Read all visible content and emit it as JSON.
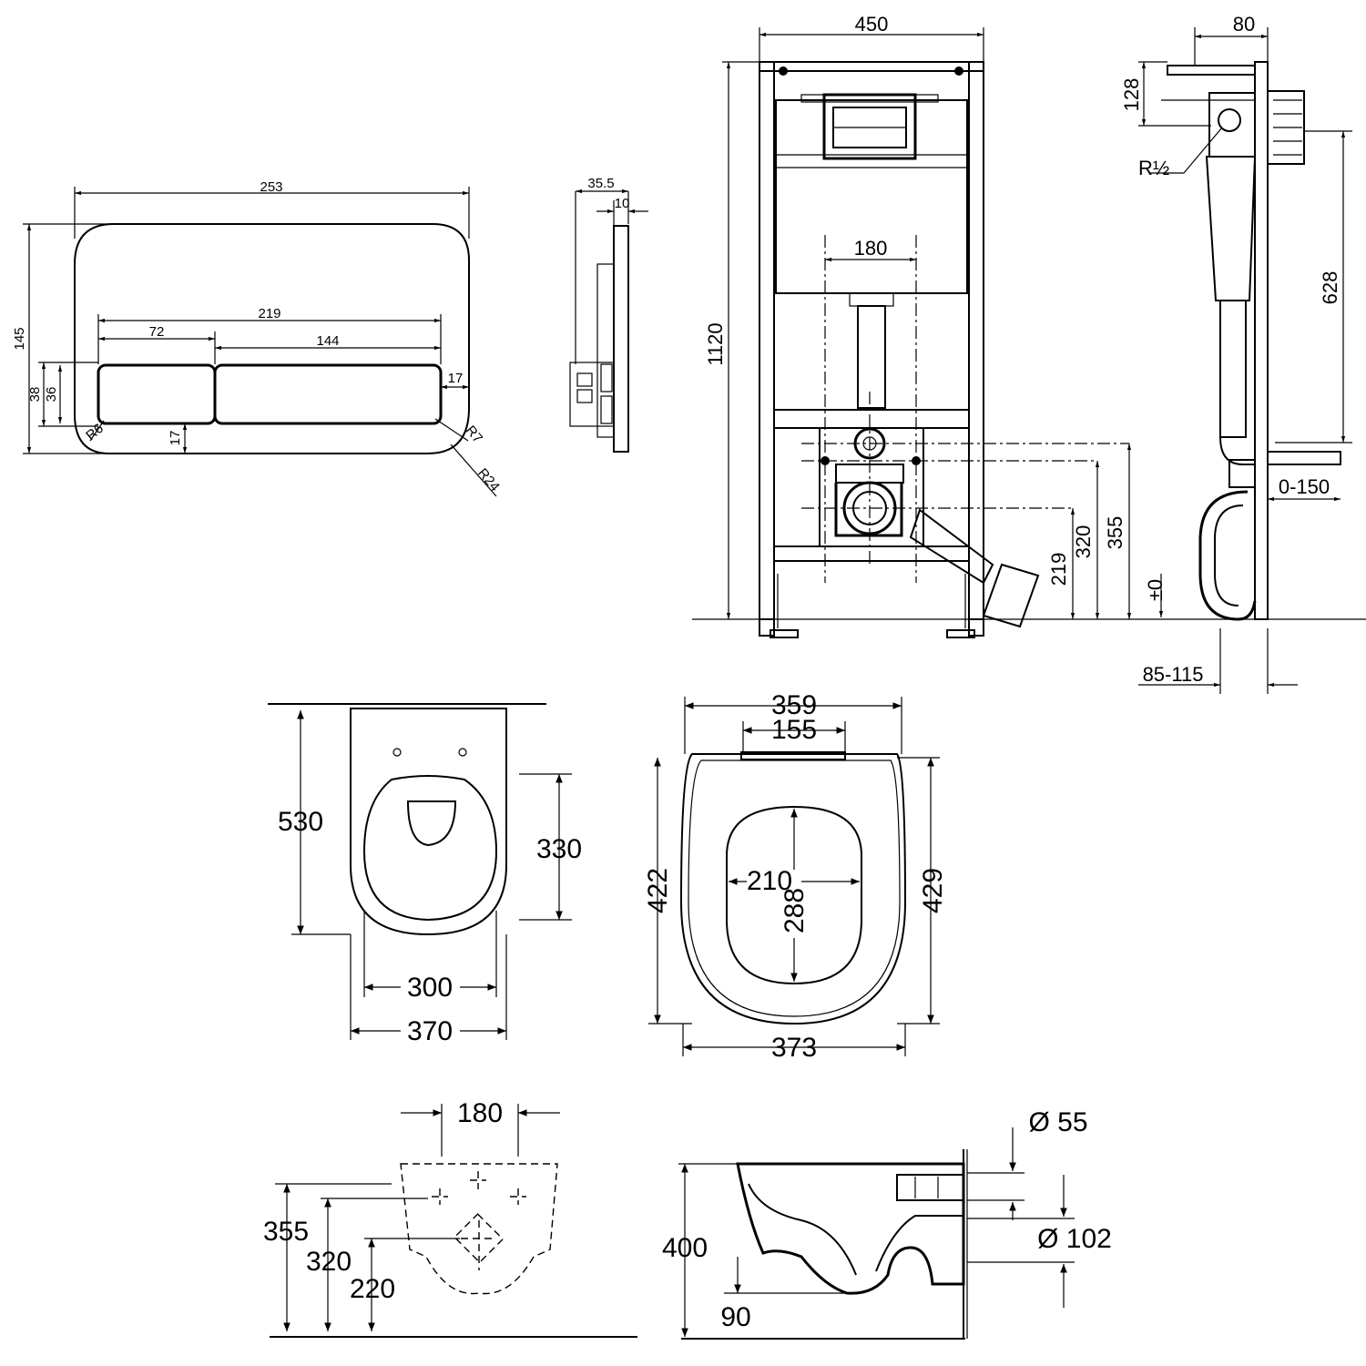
{
  "flush_plate": {
    "width": "253",
    "height": "145",
    "depth_total": "35.5",
    "depth_plate": "10",
    "buttons_width": "219",
    "button_small": "72",
    "button_large": "144",
    "button_height_outer": "38",
    "button_height_inner": "36",
    "margin_side": "17",
    "margin_bottom": "17",
    "radius_inner": "R6",
    "radius_button": "R7",
    "radius_outer": "R24"
  },
  "frame": {
    "width": "450",
    "height": "1120",
    "depth": "80",
    "bolt_spacing": "180",
    "supply_height": "128",
    "thread": "R½",
    "cistern_height": "628",
    "outlet_low": "219",
    "outlet_mid": "320",
    "outlet_high": "355",
    "wall_adjust": "0-150",
    "floor_level": "±0",
    "foot_range": "85-115"
  },
  "bowl": {
    "length": "530",
    "bowl_length": "330",
    "inner_width": "300",
    "outer_width": "370"
  },
  "seat": {
    "width_top": "359",
    "hinge": "155",
    "length_left": "422",
    "length_right": "429",
    "opening_width": "210",
    "opening_length": "288",
    "width_bottom": "373"
  },
  "rear_view": {
    "bolt_spacing": "180",
    "h355": "355",
    "h320": "320",
    "h220": "220"
  },
  "side_view": {
    "inlet_dia": "Ø 55",
    "outlet_dia": "Ø 102",
    "height": "400",
    "spout": "90"
  }
}
